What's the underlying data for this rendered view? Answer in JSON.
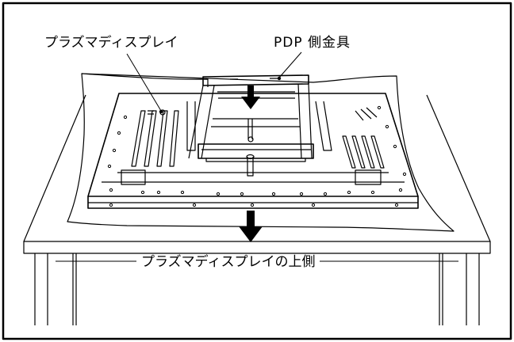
{
  "labels": {
    "plasma_display": "プラズマディスプレイ",
    "pdp_bracket": "PDP 側金具",
    "plasma_top_side": "プラズマディスプレイの上側"
  }
}
